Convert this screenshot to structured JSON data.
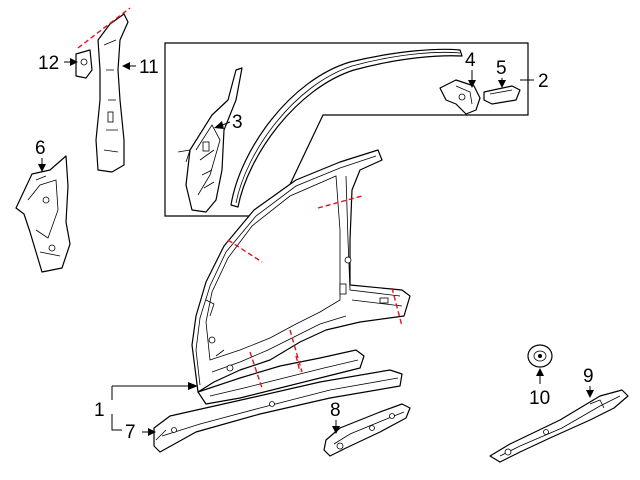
{
  "callouts": {
    "c1": "1",
    "c2": "2",
    "c3": "3",
    "c4": "4",
    "c5": "5",
    "c6": "6",
    "c7": "7",
    "c8": "8",
    "c9": "9",
    "c10": "10",
    "c11": "11",
    "c12": "12"
  },
  "colors": {
    "line": "#000000",
    "cut_line": "#e8101a",
    "background": "#ffffff"
  }
}
